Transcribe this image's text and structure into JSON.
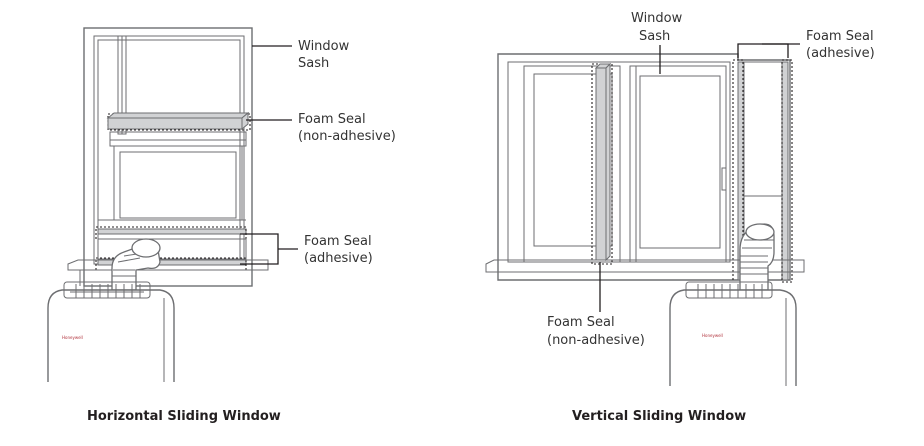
{
  "left": {
    "labels": {
      "window_sash": [
        "Window",
        "Sash"
      ],
      "foam_seal_nonadhesive": [
        "Foam Seal",
        "(non-adhesive)"
      ],
      "foam_seal_adhesive": [
        "Foam Seal",
        "(adhesive)"
      ]
    },
    "caption": "Horizontal Sliding Window"
  },
  "right": {
    "labels": {
      "window_sash": [
        "Window",
        "Sash"
      ],
      "foam_seal_adhesive": [
        "Foam Seal",
        "(adhesive)"
      ],
      "foam_seal_nonadhesive": [
        "Foam Seal",
        "(non-adhesive)"
      ]
    },
    "caption": "Vertical Sliding Window"
  },
  "brand_logo": "Honeywell",
  "colors": {
    "line": "#6d6e71",
    "leader": "#231f20",
    "foam": "#d1d2d4",
    "brand": "#b0303a"
  }
}
